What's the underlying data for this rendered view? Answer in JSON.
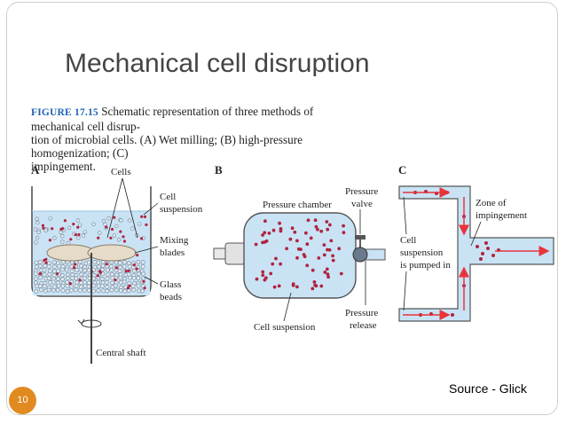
{
  "slide": {
    "title": "Mechanical cell disruption",
    "source": "Source - Glick",
    "page_number": "10"
  },
  "figure": {
    "label": "FIGURE 17.15",
    "caption_line1": " Schematic representation of three methods of mechanical cell disrup-",
    "caption_line2": "tion of microbial cells. (A) Wet milling; (B) high-pressure homogenization; (C)",
    "caption_line3": "impingement.",
    "panel_a": {
      "letter": "A",
      "cells": "Cells",
      "cell_suspension_1": "Cell",
      "cell_suspension_2": "suspension",
      "mixing_blades_1": "Mixing",
      "mixing_blades_2": "blades",
      "glass_beads_1": "Glass",
      "glass_beads_2": "beads",
      "central_shaft": "Central shaft"
    },
    "panel_b": {
      "letter": "B",
      "pressure_chamber": "Pressure chamber",
      "pressure_valve_1": "Pressure",
      "pressure_valve_2": "valve",
      "cell_suspension": "Cell suspension",
      "pressure_release_1": "Pressure",
      "pressure_release_2": "release"
    },
    "panel_c": {
      "letter": "C",
      "zone_1": "Zone of",
      "zone_2": "impingement",
      "pumped_1": "Cell",
      "pumped_2": "suspension",
      "pumped_3": "is pumped in"
    }
  },
  "colors": {
    "accent": "#e08a1f",
    "caption_label": "#1d63b3",
    "liquid": "#c9e3f5",
    "cell": "#b0243f",
    "arrow": "#e8343a"
  }
}
